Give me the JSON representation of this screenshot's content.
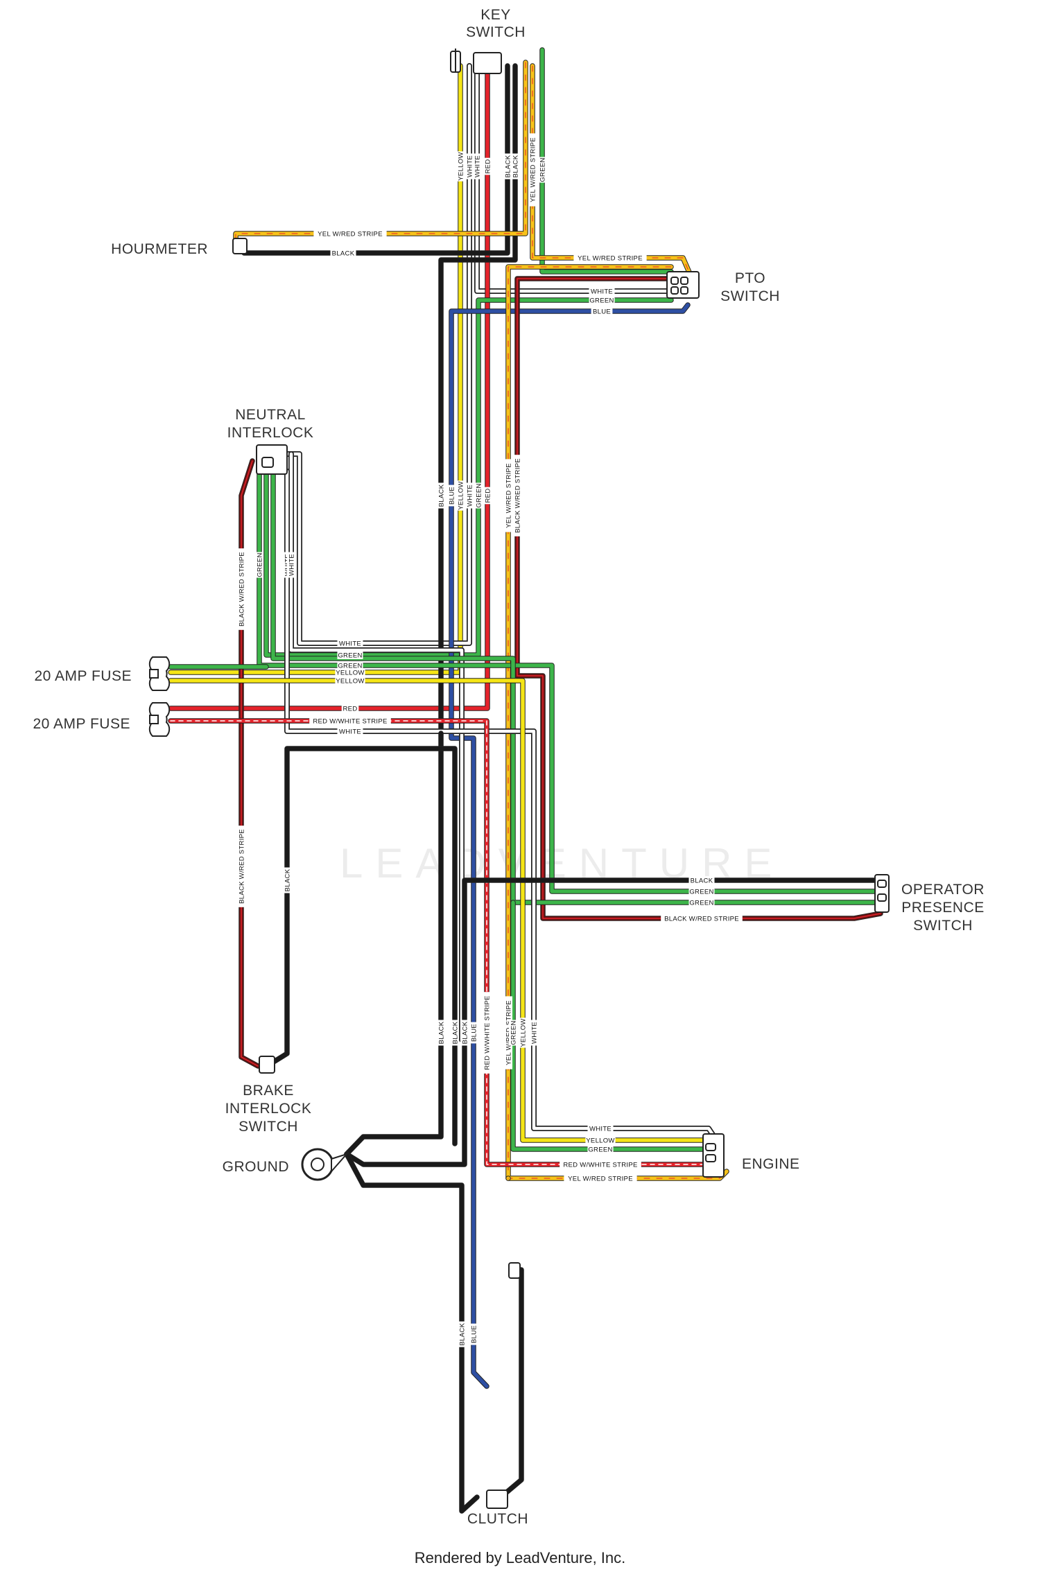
{
  "colors": {
    "YELLOW": "#f5e516",
    "WHITE": "#ffffff",
    "RED": "#e5232b",
    "BLACK": "#1a1a1a",
    "GREEN": "#3db54a",
    "BLUE": "#2e4fa3",
    "YEL_RED": "#f7c21a",
    "BLK_RED": "#6b1212",
    "RED_WHT": "#e5232b"
  },
  "components": {
    "key_switch": [
      "KEY",
      "SWITCH"
    ],
    "hourmeter": [
      "HOURMETER"
    ],
    "pto_switch": [
      "PTO",
      "SWITCH"
    ],
    "neutral_interlock": [
      "NEUTRAL",
      "INTERLOCK"
    ],
    "fuse_1": [
      "20 AMP FUSE"
    ],
    "fuse_2": [
      "20 AMP FUSE"
    ],
    "operator_presence": [
      "OPERATOR",
      "PRESENCE",
      "SWITCH"
    ],
    "brake_interlock": [
      "BRAKE",
      "INTERLOCK",
      "SWITCH"
    ],
    "ground": [
      "GROUND"
    ],
    "engine": [
      "ENGINE"
    ],
    "clutch": [
      "CLUTCH"
    ]
  },
  "wire_names": {
    "yellow": "YELLOW",
    "white": "WHITE",
    "red": "RED",
    "black": "BLACK",
    "green": "GREEN",
    "blue": "BLUE",
    "yel_red": "YEL W/RED STRIPE",
    "blk_red": "BLACK W/RED STRIPE",
    "red_wht": "RED W/WHITE STRIPE"
  },
  "watermark": "LEADVENTURE",
  "footer": "Rendered by LeadVenture, Inc."
}
